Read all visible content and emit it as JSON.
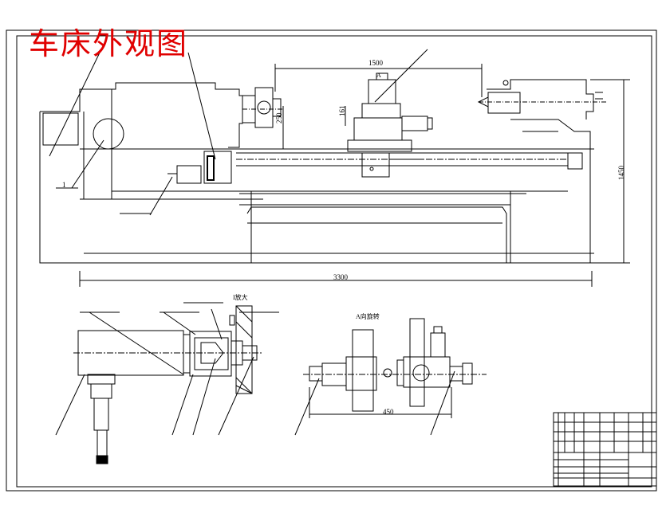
{
  "title": "车床外观图",
  "dimensions": {
    "top_width": "1500",
    "height_250": "250",
    "height_161": "161",
    "height_1450": "1450",
    "total_length": "3300",
    "lower_450": "450"
  },
  "labels": {
    "view_a": "A",
    "part_1": "1",
    "enlarged": "I放大",
    "a_direction": "A向旋转"
  }
}
